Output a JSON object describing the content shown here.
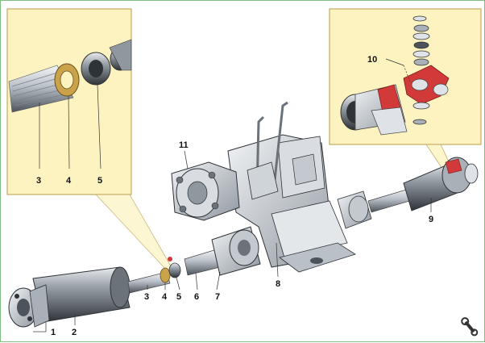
{
  "labels": {
    "l1": "1",
    "l2": "2",
    "l3": "3",
    "l4": "4",
    "l5": "5",
    "l6": "6",
    "l7": "7",
    "l8": "8",
    "l9": "9",
    "l10": "10",
    "l11": "11",
    "inset_left_3": "3",
    "inset_left_4": "4",
    "inset_left_5": "5"
  },
  "colors": {
    "inset_bg": "#fdf3c0",
    "metal_light": "#dfe3e8",
    "metal_mid": "#a9b0b8",
    "metal_dark": "#4d535a",
    "accent_red": "#d23a3a",
    "leader": "#8a6a2a"
  },
  "icons": [
    "wrench-icon"
  ]
}
